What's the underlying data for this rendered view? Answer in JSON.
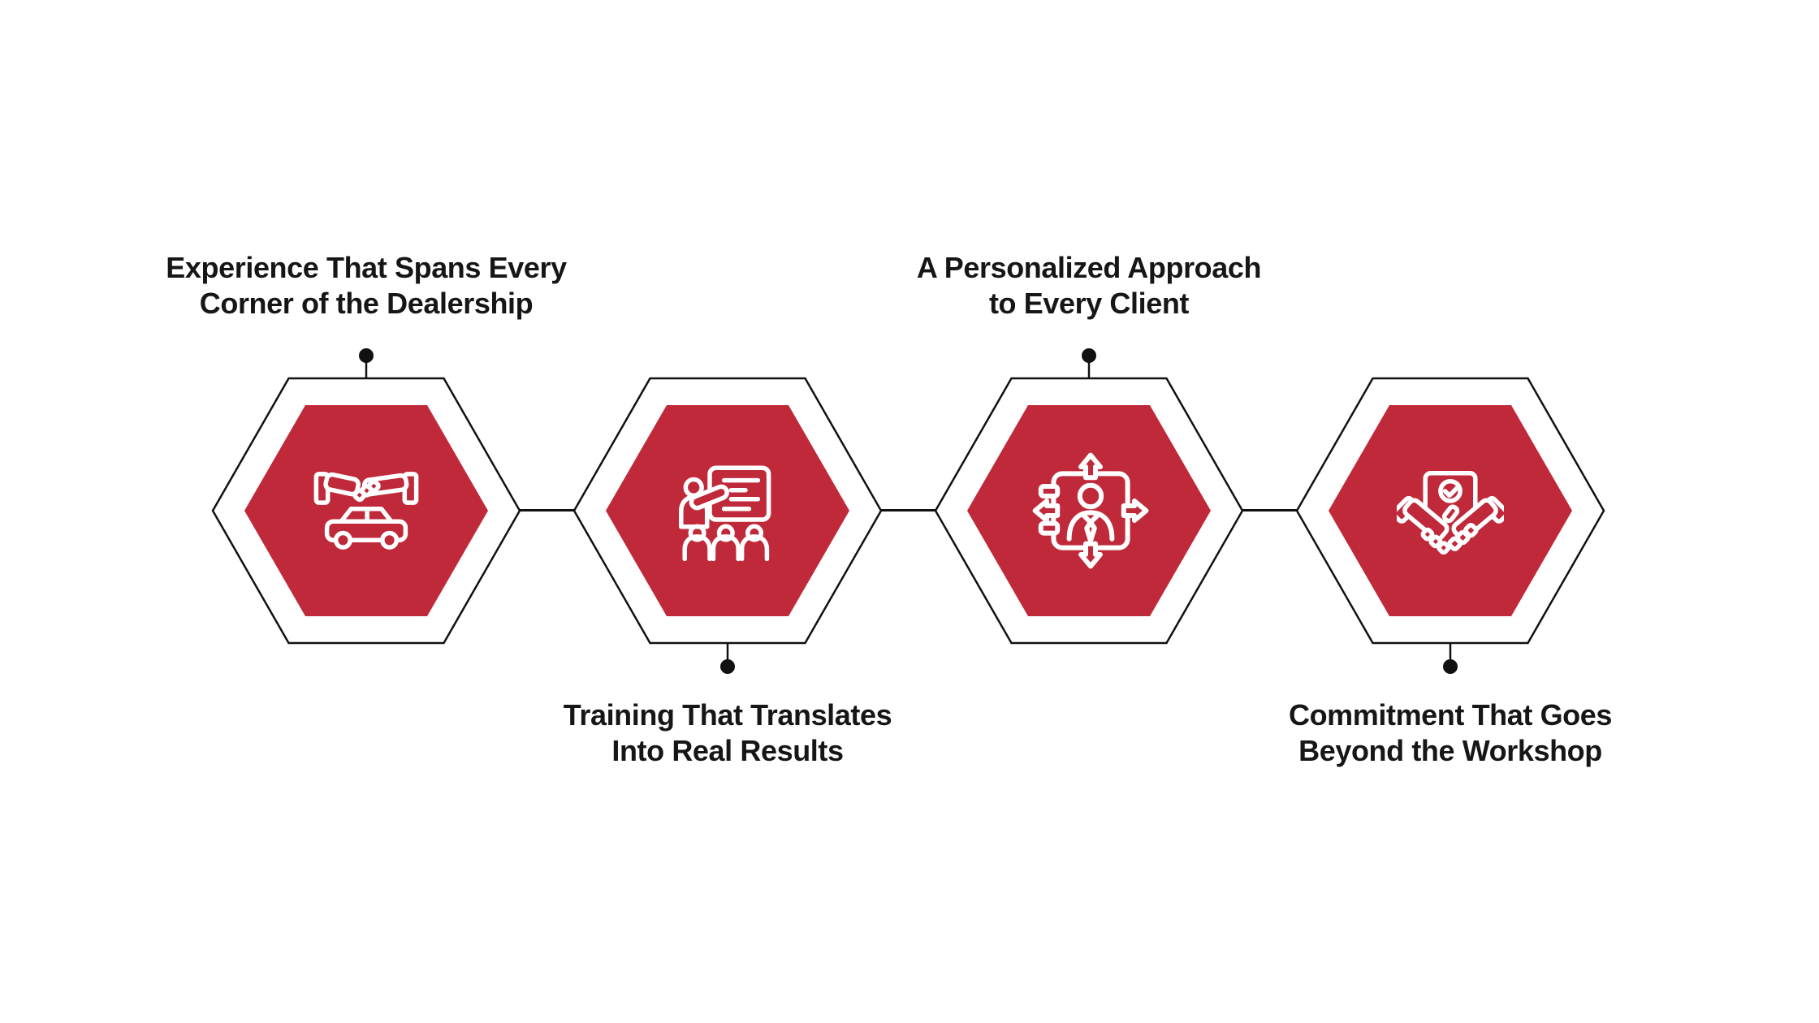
{
  "figure": {
    "type": "process-infographic",
    "shape": "hexagon-chain",
    "step_count": 4
  },
  "colors": {
    "red": "#C0293A",
    "line": "#111111",
    "text": "#161616",
    "icon": "#FFFFFF",
    "bg": "#FFFFFF"
  },
  "items": [
    {
      "title_line1": "Experience That Spans Every",
      "title_line2": "Corner of the Dealership",
      "icon": "handshake-car-icon",
      "label_position": "top"
    },
    {
      "title_line1": "Training That Translates",
      "title_line2": "Into Real Results",
      "icon": "training-presentation-icon",
      "label_position": "bottom"
    },
    {
      "title_line1": "A Personalized Approach",
      "title_line2": "to Every Client",
      "icon": "personalized-process-icon",
      "label_position": "top"
    },
    {
      "title_line1": "Commitment That Goes",
      "title_line2": "Beyond the Workshop",
      "icon": "handshake-certificate-icon",
      "label_position": "bottom"
    }
  ]
}
